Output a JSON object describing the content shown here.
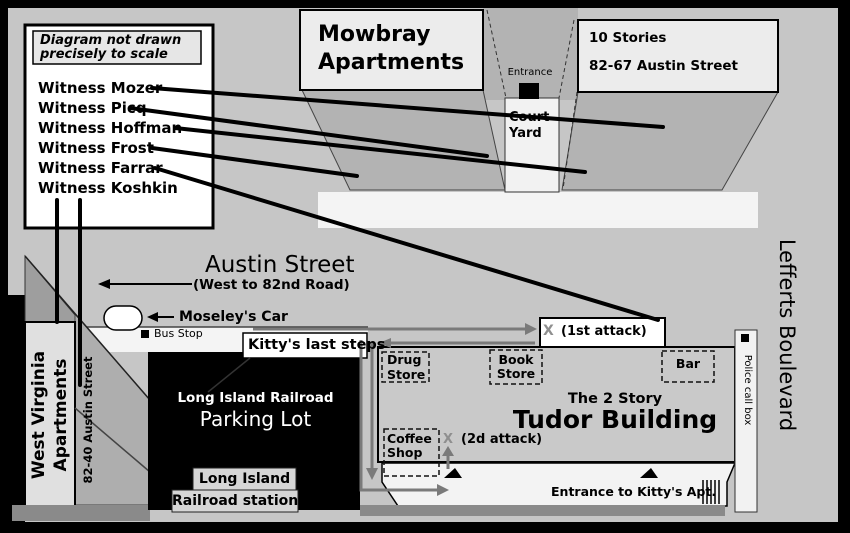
{
  "note": {
    "line1": "Diagram not drawn",
    "line2": "precisely to scale"
  },
  "witnesses": [
    "Witness Mozer",
    "Witness Picq",
    "Witness Hoffman",
    "Witness Frost",
    "Witness Farrar",
    "Witness Koshkin"
  ],
  "mowbray": {
    "line1": "Mowbray",
    "line2": "Apartments",
    "stories": "10 Stories",
    "address": "82-67 Austin Street",
    "entrance_label": "Entrance",
    "court_line1": "Court",
    "court_line2": "Yard"
  },
  "austin": {
    "name": "Austin Street",
    "direction": "(West to 82nd Road)"
  },
  "lefferts": {
    "name": "Lefferts Boulevard"
  },
  "west_virginia": {
    "line1": "West Virginia",
    "line2": "Apartments",
    "address": "82-40 Austin Street"
  },
  "moseley": {
    "label": "Moseley's Car"
  },
  "bus_stop": {
    "label": "Bus Stop"
  },
  "kitty": {
    "steps_label": "Kitty's last steps",
    "attack_mark": "X",
    "first_attack": "(1st attack)",
    "second_attack": "(2d attack)",
    "apt_entrance": "Entrance to Kitty's Apt."
  },
  "parking_lot": {
    "line1": "Long Island Railroad",
    "line2": "Parking Lot"
  },
  "station": {
    "line1": "Long Island",
    "line2": "Railroad station"
  },
  "tudor": {
    "caption_line1": "The 2 Story",
    "caption_line2": "Tudor Building",
    "drug_line1": "Drug",
    "drug_line2": "Store",
    "book_line1": "Book",
    "book_line2": "Store",
    "bar": "Bar",
    "coffee_line1": "Coffee",
    "coffee_line2": "Shop"
  },
  "police_box": {
    "label": "Police call box"
  },
  "colors": {
    "frame": "#000000",
    "street": "#c6c6c6",
    "building": "#b3b3b3",
    "building_face": "#ececec",
    "sidewalk": "#f4f4f4",
    "dark_strip": "#8a8a8a",
    "path_gray": "#7a7a7a",
    "attack_x": "#8f8f8f"
  }
}
